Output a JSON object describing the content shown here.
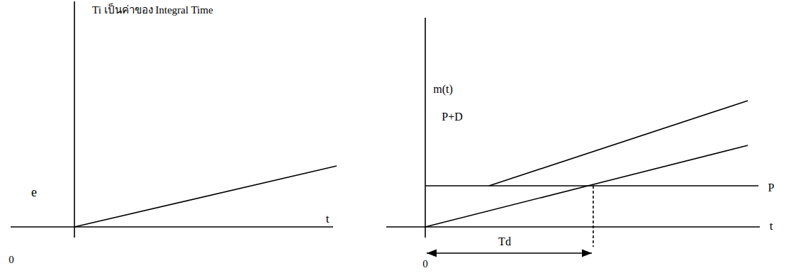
{
  "diagram": {
    "labels": [
      "Ti เป็นค่าของ Integral Time",
      "e",
      "t",
      "0",
      "m(t)",
      "P+D",
      "P",
      "t",
      "0",
      "Td"
    ]
  }
}
